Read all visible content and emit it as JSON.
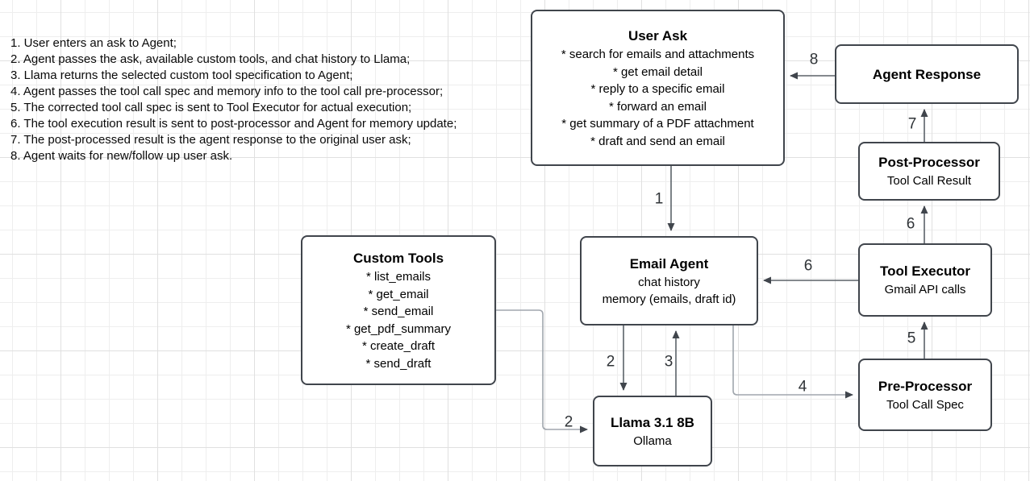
{
  "notes": {
    "lines": [
      "1. User enters an ask to Agent;",
      "2. Agent passes the ask, available custom tools, and chat history to Llama;",
      "3. Llama returns the selected custom tool specification to Agent;",
      "4. Agent passes the tool call spec and memory info to the tool call pre-processor;",
      "5. The corrected tool call spec is sent to Tool Executor for actual execution;",
      "6. The tool execution result is sent to post-processor and Agent for memory update;",
      "7. The post-processed result is the agent response to the original user ask;",
      "8. Agent waits for new/follow up user ask."
    ]
  },
  "nodes": {
    "user_ask": {
      "title": "User Ask",
      "items": [
        "* search for emails and attachments",
        "* get email detail",
        "* reply to a specific email",
        "* forward an email",
        "* get summary of a PDF attachment",
        "* draft and send an email"
      ]
    },
    "agent_response": {
      "title": "Agent Response"
    },
    "post_processor": {
      "title": "Post-Processor",
      "subtitle": "Tool Call Result"
    },
    "tool_executor": {
      "title": "Tool Executor",
      "subtitle": "Gmail API calls"
    },
    "pre_processor": {
      "title": "Pre-Processor",
      "subtitle": "Tool Call Spec"
    },
    "email_agent": {
      "title": "Email Agent",
      "line1": "chat history",
      "line2": "memory (emails, draft id)"
    },
    "custom_tools": {
      "title": "Custom Tools",
      "items": [
        "* list_emails",
        "* get_email",
        "* send_email",
        "* get_pdf_summary",
        "* create_draft",
        "* send_draft"
      ]
    },
    "llama": {
      "title": "Llama 3.1 8B",
      "subtitle": "Ollama"
    }
  },
  "edge_labels": {
    "e1": "1",
    "e2": "2",
    "e3": "3",
    "e4": "4",
    "e5": "5",
    "e6_up": "6",
    "e6_left": "6",
    "e7": "7",
    "e8": "8",
    "e2_tools": "2"
  },
  "colors": {
    "box_border": "#40454c",
    "edge_dark": "#5b6269",
    "edge_light": "#a0a6ad",
    "grid_minor": "#eeeeee",
    "grid_major": "#e0e0e0"
  }
}
